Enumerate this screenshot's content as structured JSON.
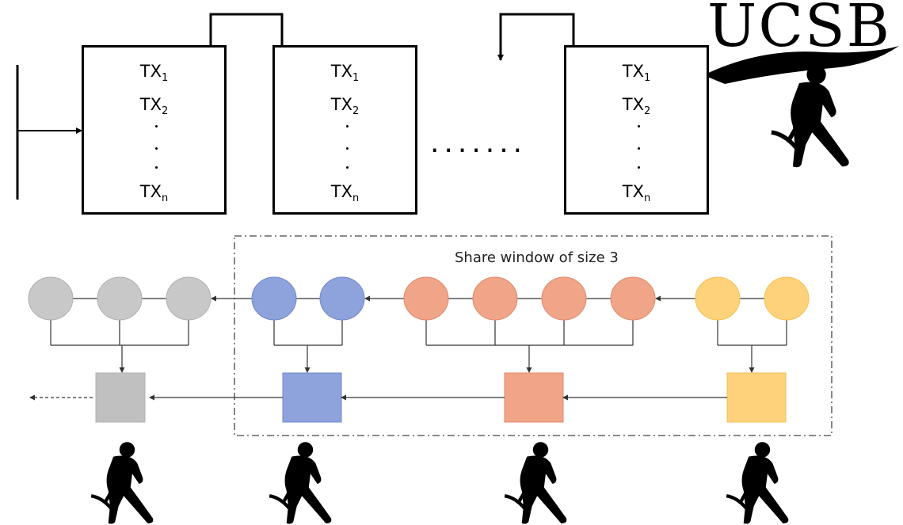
{
  "logo": {
    "text": "UCSB"
  },
  "blocks": [
    {
      "tx": [
        {
          "base": "TX",
          "sub": "1"
        },
        {
          "base": "TX",
          "sub": "2"
        },
        {
          "base": "TX",
          "sub": "n"
        }
      ]
    },
    {
      "tx": [
        {
          "base": "TX",
          "sub": "1"
        },
        {
          "base": "TX",
          "sub": "2"
        },
        {
          "base": "TX",
          "sub": "n"
        }
      ]
    },
    {
      "tx": [
        {
          "base": "TX",
          "sub": "1"
        },
        {
          "base": "TX",
          "sub": "2"
        },
        {
          "base": "TX",
          "sub": "n"
        }
      ]
    }
  ],
  "ellipsis": ".......",
  "share_window": {
    "label": "Share window of size 3"
  },
  "groups": [
    {
      "color": "#c8c8c8",
      "stroke": "#b0b0b0",
      "circles": 3,
      "box_color": "#c0c0c0"
    },
    {
      "color": "#8ea3dc",
      "stroke": "#6f87cc",
      "circles": 2,
      "box_color": "#8ea3dc"
    },
    {
      "color": "#f0a488",
      "stroke": "#e08a6c",
      "circles": 4,
      "box_color": "#f0a488"
    },
    {
      "color": "#fdd27a",
      "stroke": "#f4bf55",
      "circles": 2,
      "box_color": "#fdd27a"
    }
  ]
}
